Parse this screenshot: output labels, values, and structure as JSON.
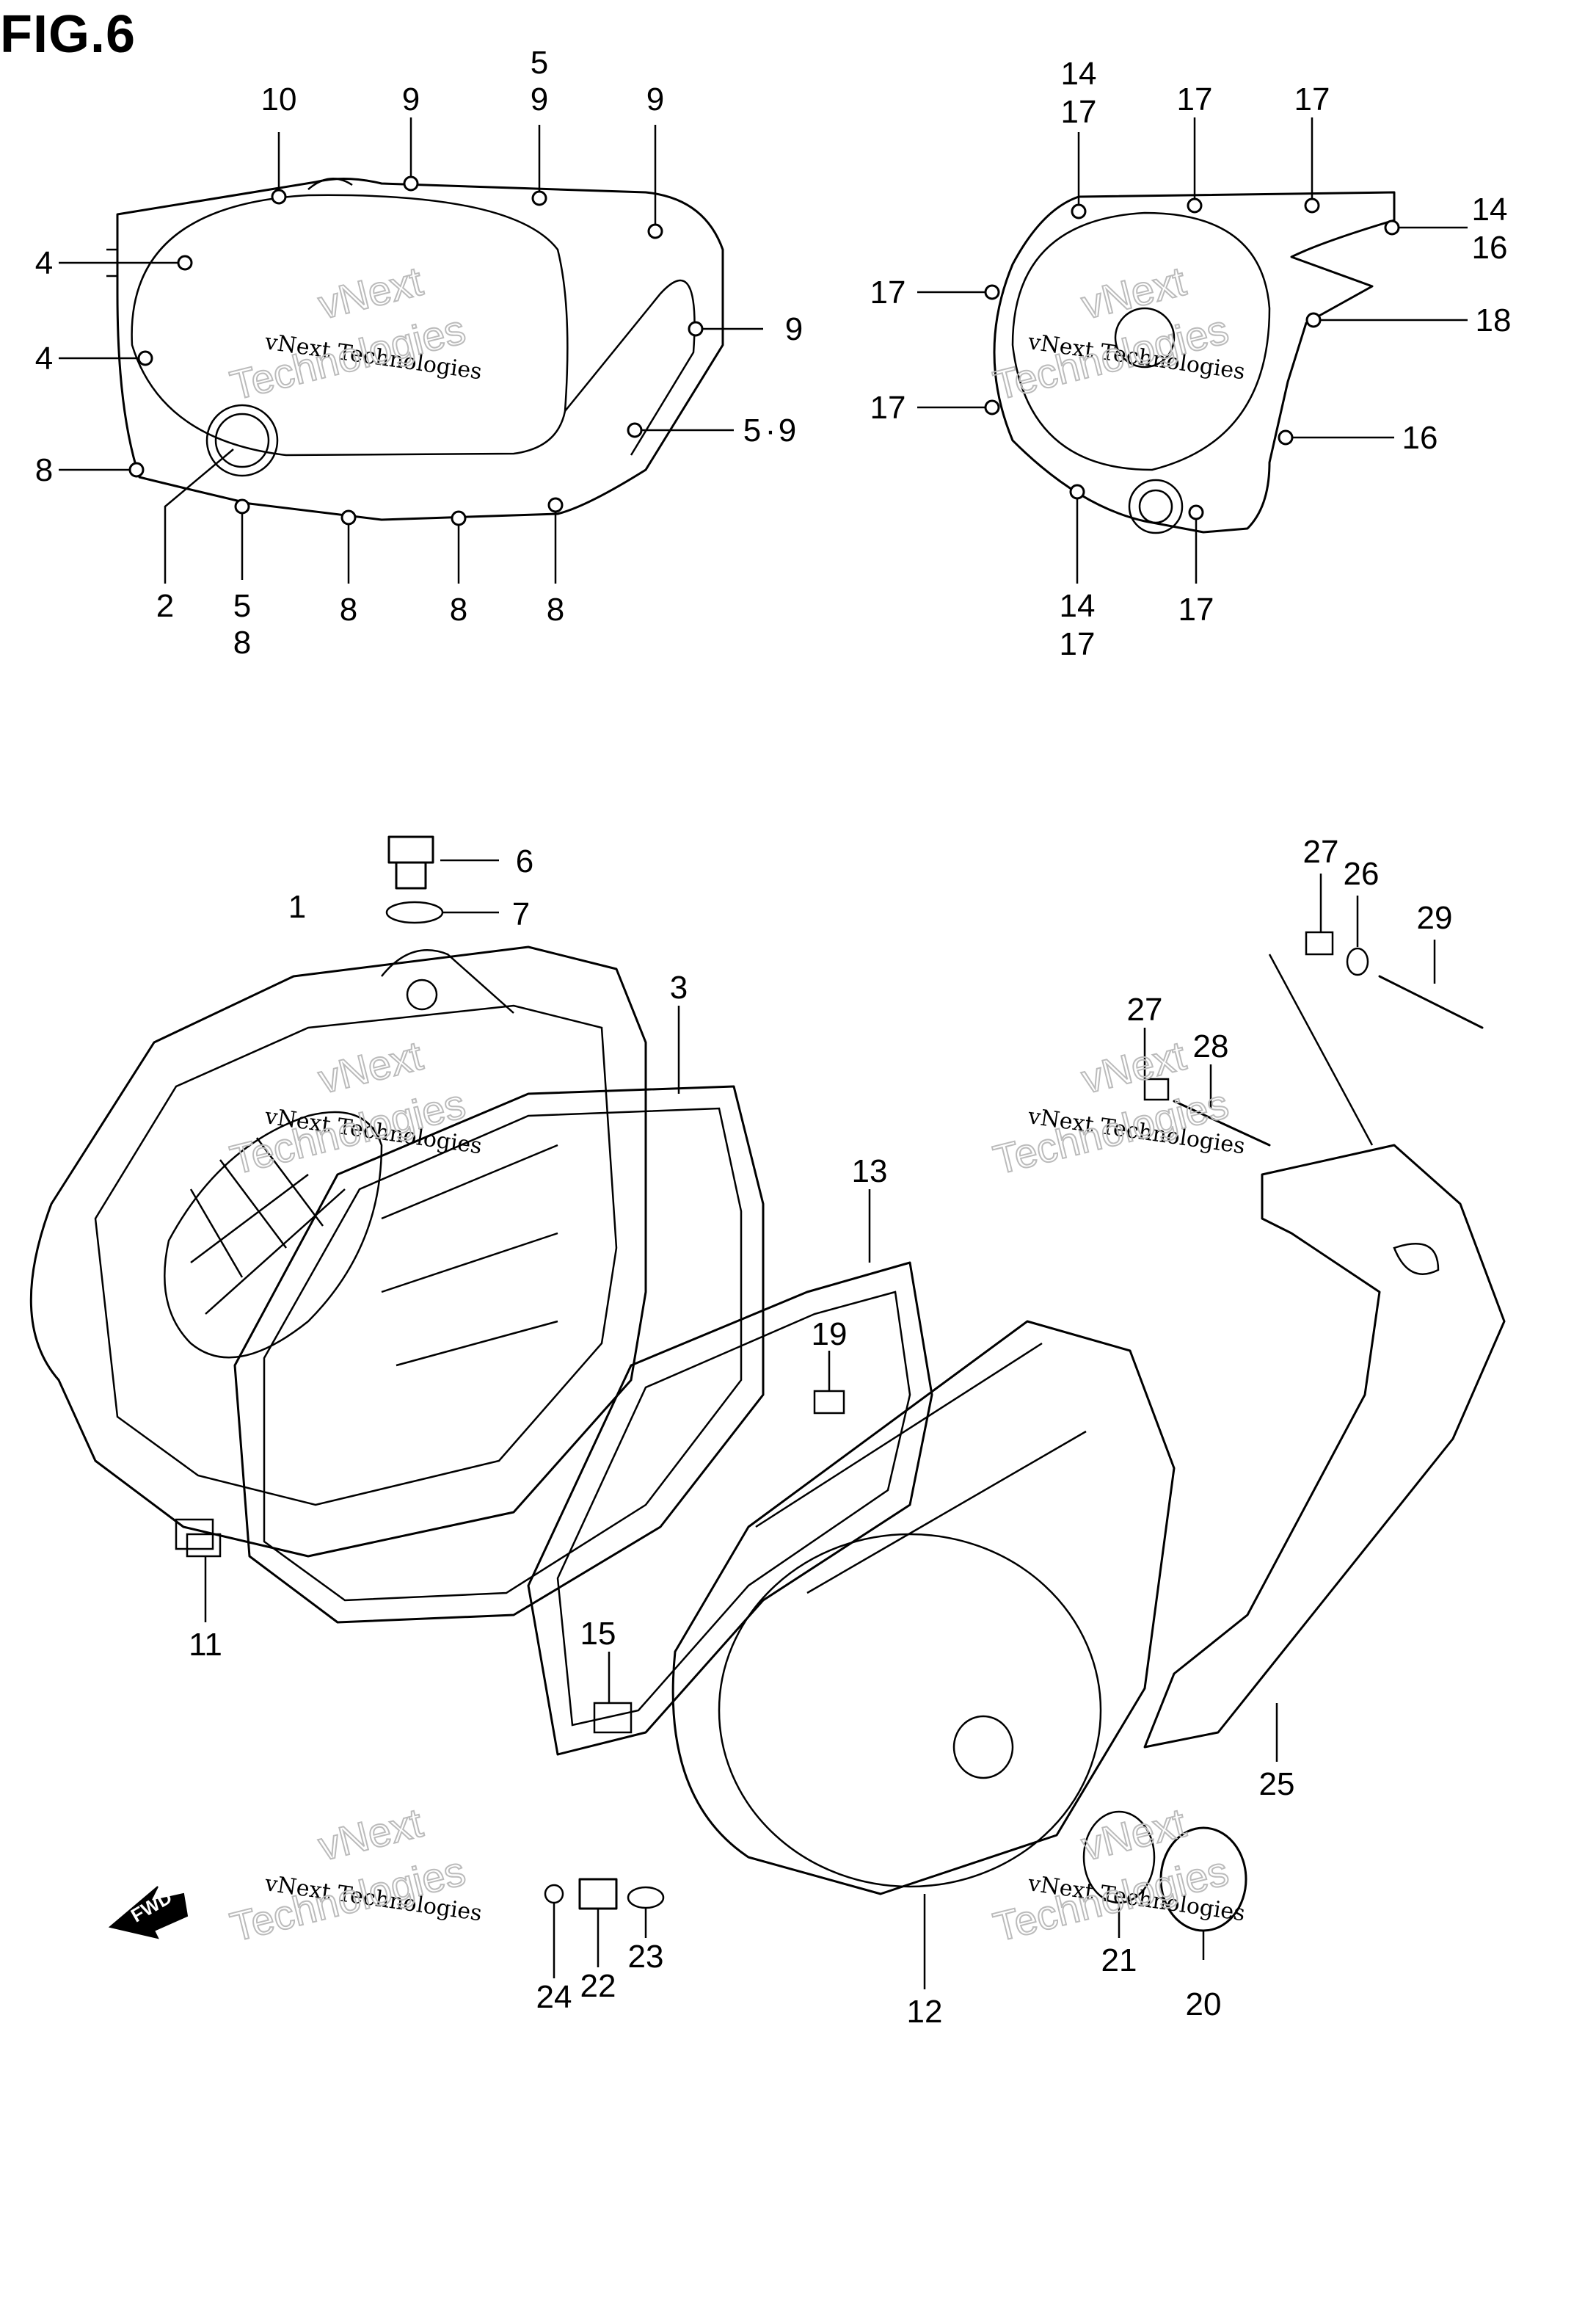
{
  "figure": {
    "title": "FIG.6"
  },
  "callouts": {
    "c1": "10",
    "c2": "9",
    "c3a": "5",
    "c3b": "9",
    "c4": "9",
    "c5": "4",
    "c6": "4",
    "c7": "9",
    "c8": "8",
    "c9a": "5",
    "c9b": "9",
    "c10": "2",
    "c11a": "5",
    "c11b": "8",
    "c12": "8",
    "c13": "8",
    "c14": "8",
    "c15a": "14",
    "c15b": "17",
    "c16": "17",
    "c17": "17",
    "c18a": "14",
    "c18b": "16",
    "c19": "17",
    "c20": "18",
    "c21": "17",
    "c22": "16",
    "c23a": "14",
    "c23b": "17",
    "c24": "17",
    "p1": "1",
    "p3": "3",
    "p6": "6",
    "p7": "7",
    "p11": "11",
    "p12": "12",
    "p13": "13",
    "p15": "15",
    "p19": "19",
    "p20": "20",
    "p21": "21",
    "p22": "22",
    "p23": "23",
    "p24": "24",
    "p25": "25",
    "p26": "26",
    "p27a": "27",
    "p27b": "27",
    "p28": "28",
    "p29": "29"
  },
  "watermark": {
    "line1": "vNext",
    "line2": "vNext Technologies",
    "line3": "Technologies"
  },
  "fwd_label": "FWD"
}
